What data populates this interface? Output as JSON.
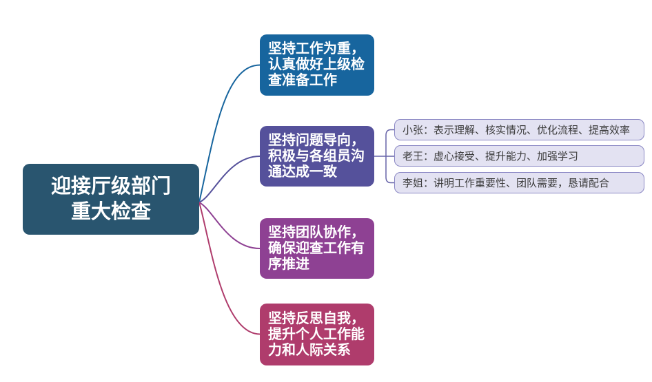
{
  "root": {
    "label": "迎接厅级部门重大检查",
    "lines": [
      "迎接厅级部门",
      "重大检查"
    ]
  },
  "branches": [
    {
      "label": "坚持工作为重，认真做好上级检查准备工作",
      "lines": [
        "坚持工作为重，",
        "认真做好上级检",
        "查准备工作"
      ],
      "color": "#17659E"
    },
    {
      "label": "坚持问题导向，积极与各组员沟通达成一致",
      "lines": [
        "坚持问题导向，",
        "积极与各组员沟",
        "通达成一致"
      ],
      "color": "#55519B",
      "children": [
        {
          "label": "小张：表示理解、核实情况、优化流程、提高效率"
        },
        {
          "label": "老王：虚心接受、提升能力、加强学习"
        },
        {
          "label": "李姐：讲明工作重要性、团队需要，恳请配合"
        }
      ]
    },
    {
      "label": "坚持团队协作，确保迎查工作有序推进",
      "lines": [
        "坚持团队协作，",
        "确保迎查工作有",
        "序推进"
      ],
      "color": "#8E4193"
    },
    {
      "label": "坚持反思自我，提升个人工作能力和人际关系",
      "lines": [
        "坚持反思自我，",
        "提升个人工作能",
        "力和人际关系"
      ],
      "color": "#AF3C6C"
    }
  ],
  "colors": {
    "background": "#FFFFFF",
    "root_bg": "#29556F",
    "node_text": "#FFFFFF",
    "leaf_bg": "#E3E2F2",
    "leaf_border": "#8A87C4",
    "leaf_text": "#3B3B3B",
    "connector_sub": "#6663A8"
  }
}
